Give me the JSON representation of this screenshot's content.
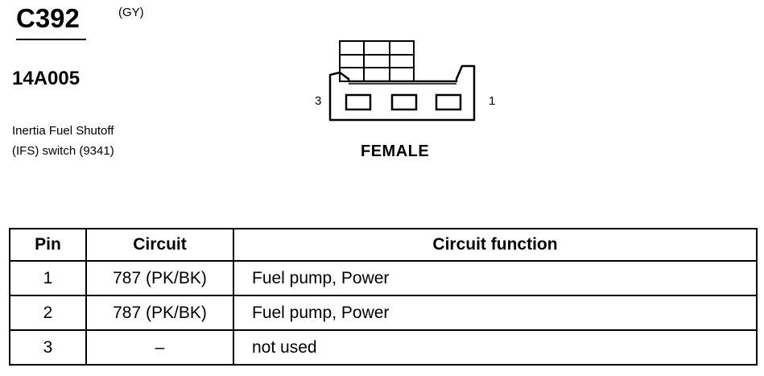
{
  "connector": {
    "id": "C392",
    "color": "(GY)",
    "part_number": "14A005",
    "description_line1": "Inertia Fuel Shutoff",
    "description_line2": "(IFS) switch (9341)"
  },
  "diagram": {
    "pin_left": "3",
    "pin_right": "1",
    "gender": "FEMALE"
  },
  "table": {
    "headers": {
      "pin": "Pin",
      "circuit": "Circuit",
      "function": "Circuit function"
    },
    "rows": [
      {
        "pin": "1",
        "circuit": "787 (PK/BK)",
        "function": "Fuel pump, Power"
      },
      {
        "pin": "2",
        "circuit": "787 (PK/BK)",
        "function": "Fuel pump, Power"
      },
      {
        "pin": "3",
        "circuit": "–",
        "function": "not used"
      }
    ]
  }
}
